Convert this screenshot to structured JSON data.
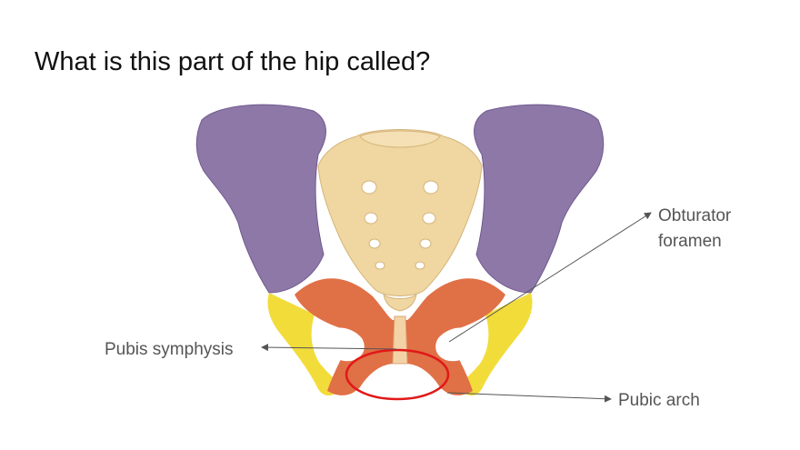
{
  "slide": {
    "title": "What is this part of the hip called?"
  },
  "labels": {
    "obturator_line1": "Obturator",
    "obturator_line2": "foramen",
    "pubis_symphysis": "Pubis symphysis",
    "pubic_arch": "Pubic arch"
  },
  "colors": {
    "ilium": "#8e78a8",
    "ilium_edge": "#6f5a8e",
    "sacrum": "#f0d6a0",
    "sacrum_edge": "#d4b47a",
    "ischium": "#f2dc3a",
    "pubis": "#e07046",
    "highlight": "#e01818",
    "leader": "#555555"
  }
}
